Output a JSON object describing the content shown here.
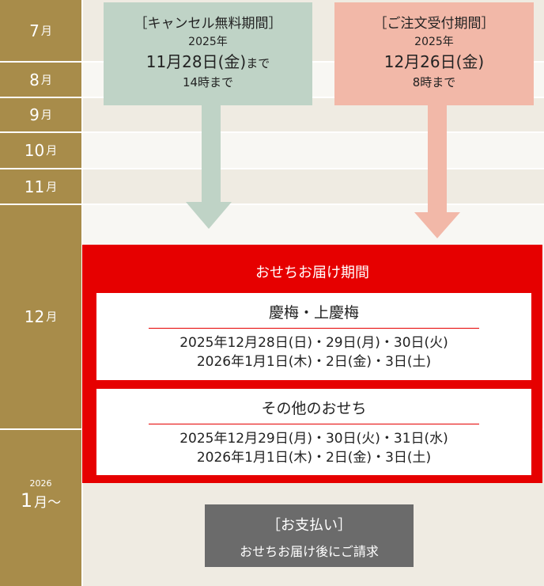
{
  "months": [
    {
      "num": "7",
      "unit": "月"
    },
    {
      "num": "8",
      "unit": "月"
    },
    {
      "num": "9",
      "unit": "月"
    },
    {
      "num": "10",
      "unit": "月"
    },
    {
      "num": "11",
      "unit": "月"
    },
    {
      "num": "12",
      "unit": "月"
    },
    {
      "year": "2026",
      "num": "1",
      "unit": "月～"
    }
  ],
  "cancel": {
    "title": "［キャンセル無料期間］",
    "year": "2025年",
    "date": "11月28日(金)",
    "suffix": "まで",
    "time": "14時まで"
  },
  "order": {
    "title": "［ご注文受付期間］",
    "year": "2025年",
    "date": "12月26日(金)",
    "time": "8時まで"
  },
  "delivery": {
    "title": "おせちお届け期間",
    "groups": [
      {
        "name": "慶梅・上慶梅",
        "lines": [
          "2025年12月28日(日)・29日(月)・30日(火)",
          "2026年1月1日(木)・2日(金)・3日(土)"
        ]
      },
      {
        "name": "その他のおせち",
        "lines": [
          "2025年12月29日(月)・30日(火)・31日(水)",
          "2026年1月1日(木)・2日(金)・3日(土)"
        ]
      }
    ]
  },
  "payment": {
    "title": "［お支払い］",
    "text": "おせちお届け後にご請求"
  },
  "colors": {
    "gold": "#a88c4a",
    "green": "#bfd3c6",
    "pink": "#f2b8a8",
    "red": "#e60000",
    "gray": "#6b6b6b"
  }
}
